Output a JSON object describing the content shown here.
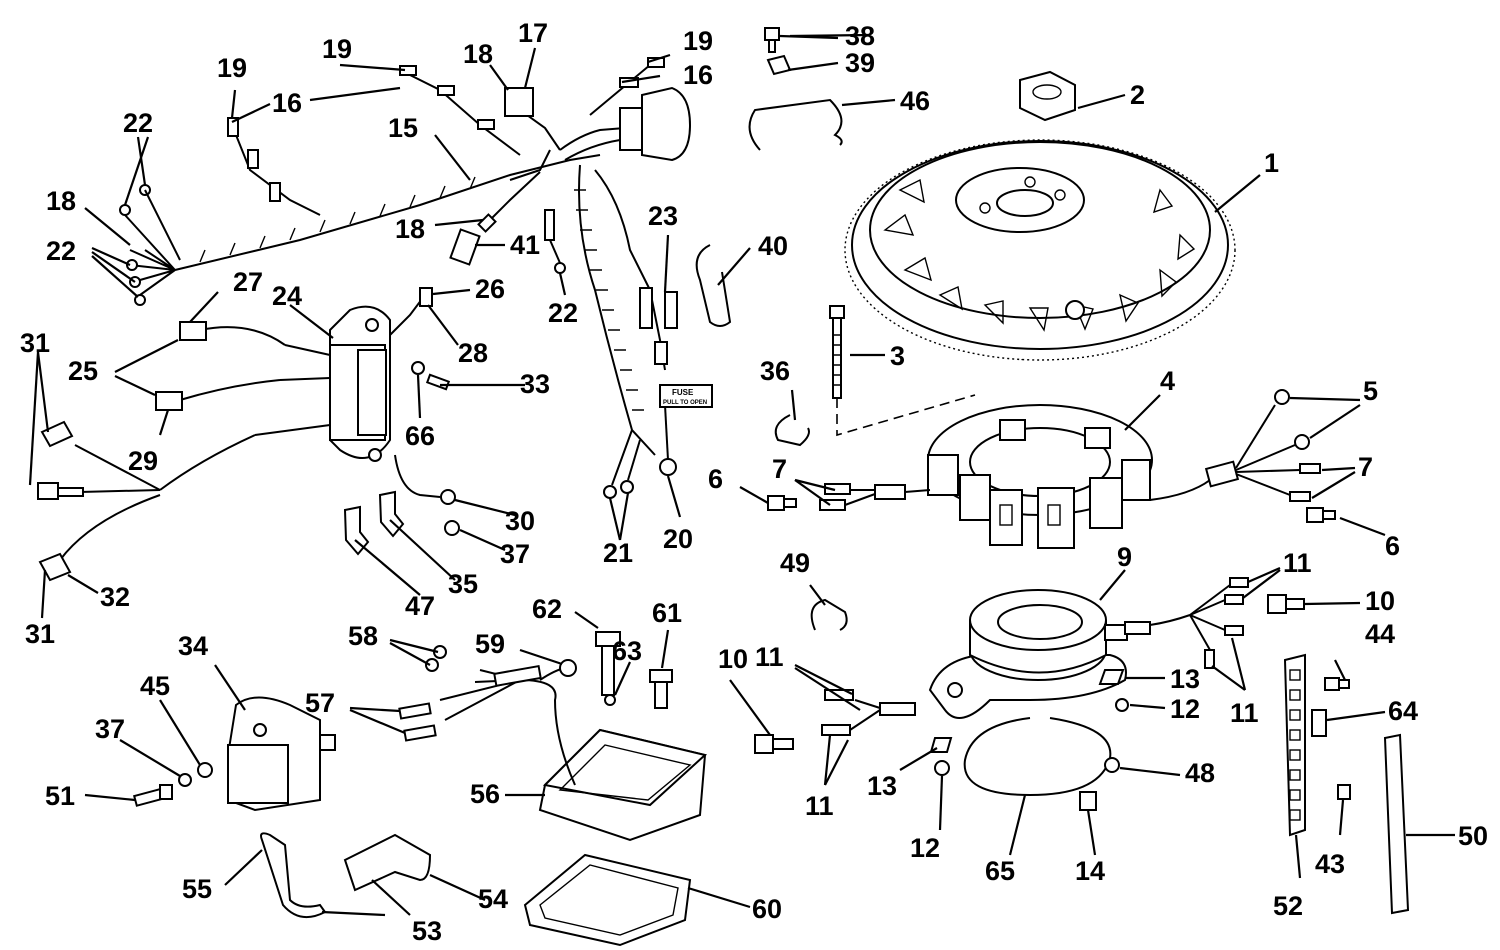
{
  "diagram": {
    "callouts": [
      {
        "id": "c1",
        "text": "1"
      },
      {
        "id": "c2",
        "text": "2"
      },
      {
        "id": "c3",
        "text": "3"
      },
      {
        "id": "c4",
        "text": "4"
      },
      {
        "id": "c5",
        "text": "5"
      },
      {
        "id": "c6a",
        "text": "6"
      },
      {
        "id": "c6b",
        "text": "6"
      },
      {
        "id": "c7a",
        "text": "7"
      },
      {
        "id": "c7b",
        "text": "7"
      },
      {
        "id": "c9",
        "text": "9"
      },
      {
        "id": "c10a",
        "text": "10"
      },
      {
        "id": "c10b",
        "text": "10"
      },
      {
        "id": "c11a",
        "text": "11"
      },
      {
        "id": "c11b",
        "text": "11"
      },
      {
        "id": "c11c",
        "text": "11"
      },
      {
        "id": "c11d",
        "text": "11"
      },
      {
        "id": "c12a",
        "text": "12"
      },
      {
        "id": "c12b",
        "text": "12"
      },
      {
        "id": "c13a",
        "text": "13"
      },
      {
        "id": "c13b",
        "text": "13"
      },
      {
        "id": "c14",
        "text": "14"
      },
      {
        "id": "c15",
        "text": "15"
      },
      {
        "id": "c16a",
        "text": "16"
      },
      {
        "id": "c16b",
        "text": "16"
      },
      {
        "id": "c17",
        "text": "17"
      },
      {
        "id": "c18a",
        "text": "18"
      },
      {
        "id": "c18b",
        "text": "18"
      },
      {
        "id": "c18c",
        "text": "18"
      },
      {
        "id": "c19a",
        "text": "19"
      },
      {
        "id": "c19b",
        "text": "19"
      },
      {
        "id": "c19c",
        "text": "19"
      },
      {
        "id": "c20",
        "text": "20"
      },
      {
        "id": "c21",
        "text": "21"
      },
      {
        "id": "c22a",
        "text": "22"
      },
      {
        "id": "c22b",
        "text": "22"
      },
      {
        "id": "c22c",
        "text": "22"
      },
      {
        "id": "c23",
        "text": "23"
      },
      {
        "id": "c24",
        "text": "24"
      },
      {
        "id": "c25",
        "text": "25"
      },
      {
        "id": "c26",
        "text": "26"
      },
      {
        "id": "c27",
        "text": "27"
      },
      {
        "id": "c28",
        "text": "28"
      },
      {
        "id": "c29",
        "text": "29"
      },
      {
        "id": "c30",
        "text": "30"
      },
      {
        "id": "c31a",
        "text": "31"
      },
      {
        "id": "c31b",
        "text": "31"
      },
      {
        "id": "c32",
        "text": "32"
      },
      {
        "id": "c33",
        "text": "33"
      },
      {
        "id": "c34",
        "text": "34"
      },
      {
        "id": "c35",
        "text": "35"
      },
      {
        "id": "c36",
        "text": "36"
      },
      {
        "id": "c37a",
        "text": "37"
      },
      {
        "id": "c37b",
        "text": "37"
      },
      {
        "id": "c38",
        "text": "38"
      },
      {
        "id": "c39",
        "text": "39"
      },
      {
        "id": "c40",
        "text": "40"
      },
      {
        "id": "c41",
        "text": "41"
      },
      {
        "id": "c43",
        "text": "43"
      },
      {
        "id": "c44",
        "text": "44"
      },
      {
        "id": "c45",
        "text": "45"
      },
      {
        "id": "c46",
        "text": "46"
      },
      {
        "id": "c47",
        "text": "47"
      },
      {
        "id": "c48",
        "text": "48"
      },
      {
        "id": "c49",
        "text": "49"
      },
      {
        "id": "c50",
        "text": "50"
      },
      {
        "id": "c51",
        "text": "51"
      },
      {
        "id": "c52",
        "text": "52"
      },
      {
        "id": "c53",
        "text": "53"
      },
      {
        "id": "c54",
        "text": "54"
      },
      {
        "id": "c55",
        "text": "55"
      },
      {
        "id": "c56",
        "text": "56"
      },
      {
        "id": "c57",
        "text": "57"
      },
      {
        "id": "c58",
        "text": "58"
      },
      {
        "id": "c59",
        "text": "59"
      },
      {
        "id": "c60",
        "text": "60"
      },
      {
        "id": "c61",
        "text": "61"
      },
      {
        "id": "c62",
        "text": "62"
      },
      {
        "id": "c63",
        "text": "63"
      },
      {
        "id": "c64",
        "text": "64"
      },
      {
        "id": "c65",
        "text": "65"
      },
      {
        "id": "c66",
        "text": "66"
      }
    ],
    "fuse_label": {
      "line1": "FUSE",
      "line2": "PULL TO OPEN"
    }
  }
}
